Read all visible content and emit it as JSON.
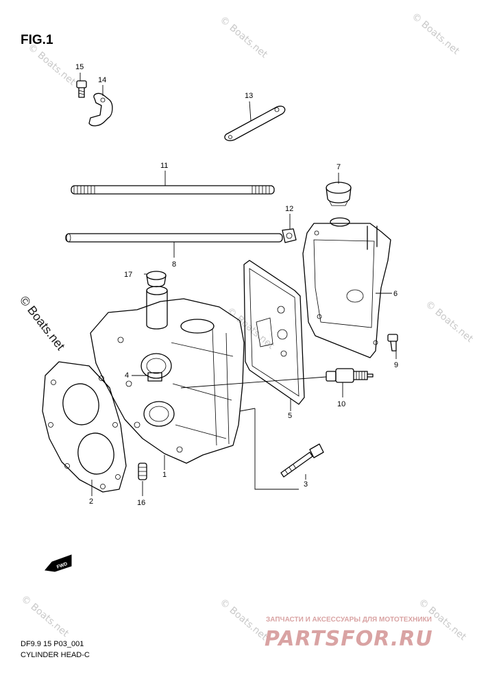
{
  "header": {
    "fig_label": "FIG.1"
  },
  "watermark": {
    "text": "© Boats.net"
  },
  "side_watermark": {
    "text": "© Boats.net"
  },
  "callouts": [
    {
      "id": "c1",
      "num": "1"
    },
    {
      "id": "c2",
      "num": "2"
    },
    {
      "id": "c3",
      "num": "3"
    },
    {
      "id": "c4",
      "num": "4"
    },
    {
      "id": "c5",
      "num": "5"
    },
    {
      "id": "c6",
      "num": "6"
    },
    {
      "id": "c7",
      "num": "7"
    },
    {
      "id": "c8",
      "num": "8"
    },
    {
      "id": "c9",
      "num": "9"
    },
    {
      "id": "c10",
      "num": "10"
    },
    {
      "id": "c11",
      "num": "11"
    },
    {
      "id": "c12",
      "num": "12"
    },
    {
      "id": "c13",
      "num": "13"
    },
    {
      "id": "c14",
      "num": "14"
    },
    {
      "id": "c15",
      "num": "15"
    },
    {
      "id": "c16",
      "num": "16"
    },
    {
      "id": "c17",
      "num": "17"
    }
  ],
  "fwd_label": "FWD",
  "footer": {
    "code": "DF9.9 15 P03_001",
    "title": "CYLINDER HEAD-C"
  },
  "brand": {
    "tagline": "ЗАПЧАСТИ И АКСЕССУАРЫ ДЛЯ МОТОТЕХНИКИ",
    "name": "PARTSFOR.RU",
    "color": "#d9a3a3"
  }
}
